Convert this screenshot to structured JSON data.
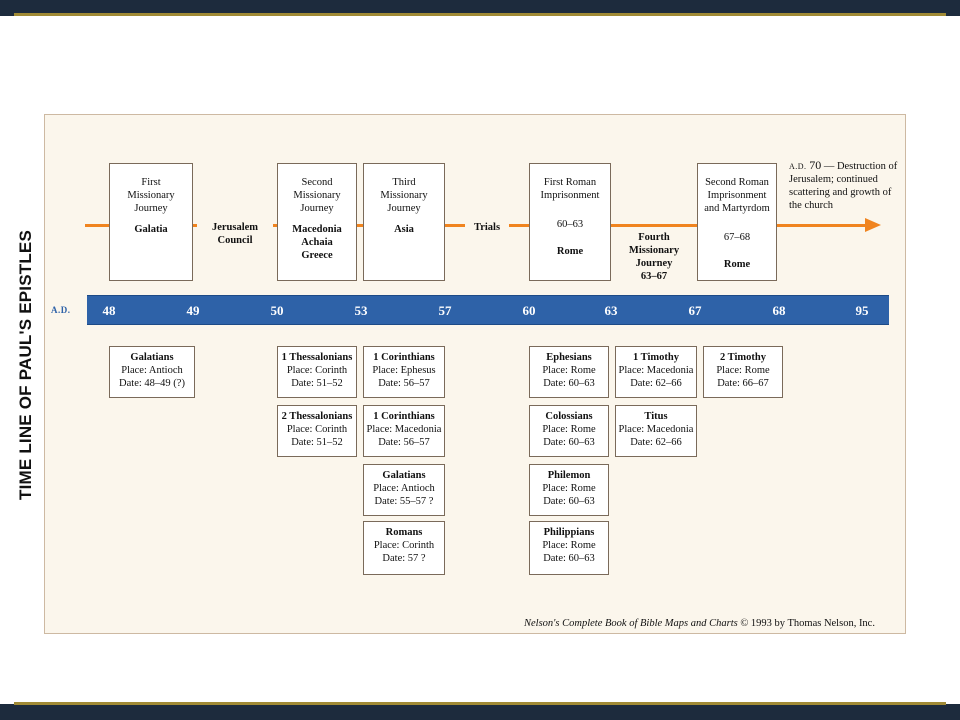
{
  "side_title": "TIME LINE OF PAUL'S EPISTLES",
  "events": [
    {
      "name": "First\nMissionary\nJourney",
      "place": "Galatia"
    },
    {
      "name": "Second\nMissionary\nJourney",
      "place": "Macedonia\nAchaia\nGreece"
    },
    {
      "name": "Third\nMissionary\nJourney",
      "place": "Asia"
    },
    {
      "name": "First Roman\nImprisonment",
      "dates": "60–63",
      "place": "Rome"
    },
    {
      "name": "Second Roman\nImprisonment\nand Martyrdom",
      "dates": "67–68",
      "place": "Rome"
    }
  ],
  "between_labels": {
    "council": "Jerusalem\nCouncil",
    "trials": "Trials",
    "fourth": "Fourth\nMissionary\nJourney\n63–67"
  },
  "note": {
    "ad": "A.D.",
    "year": "70",
    "text": " — Destruction of Jerusalem; continued scattering and growth of the church"
  },
  "bar_label": "A.D.",
  "years": [
    "48",
    "49",
    "50",
    "53",
    "57",
    "60",
    "63",
    "67",
    "68",
    "95"
  ],
  "epistles": [
    {
      "title": "Galatians",
      "place": "Place: Antioch",
      "date": "Date: 48–49 (?)"
    },
    {
      "title": "1 Thessalonians",
      "place": "Place: Corinth",
      "date": "Date: 51–52"
    },
    {
      "title": "2 Thessalonians",
      "place": "Place: Corinth",
      "date": "Date: 51–52"
    },
    {
      "title": "1 Corinthians",
      "place": "Place: Ephesus",
      "date": "Date: 56–57"
    },
    {
      "title": "1 Corinthians",
      "place": "Place: Macedonia",
      "date": "Date: 56–57"
    },
    {
      "title": "Galatians",
      "place": "Place: Antioch",
      "date": "Date: 55–57 ?"
    },
    {
      "title": "Romans",
      "place": "Place: Corinth",
      "date": "Date: 57 ?"
    },
    {
      "title": "Ephesians",
      "place": "Place: Rome",
      "date": "Date: 60–63"
    },
    {
      "title": "Colossians",
      "place": "Place: Rome",
      "date": "Date: 60–63"
    },
    {
      "title": "Philemon",
      "place": "Place: Rome",
      "date": "Date: 60–63"
    },
    {
      "title": "Philippians",
      "place": "Place: Rome",
      "date": "Date: 60–63"
    },
    {
      "title": "1 Timothy",
      "place": "Place: Macedonia",
      "date": "Date: 62–66"
    },
    {
      "title": "Titus",
      "place": "Place: Macedonia",
      "date": "Date: 62–66"
    },
    {
      "title": "2 Timothy",
      "place": "Place: Rome",
      "date": "Date: 66–67"
    }
  ],
  "credit": {
    "book": "Nelson's Complete Book of Bible Maps and Charts",
    "rest": " © 1993 by Thomas Nelson, Inc."
  },
  "colors": {
    "timeline_arrow": "#f0841f",
    "year_bar": "#2e62a8",
    "chart_background": "#fbf6ec",
    "slide_background": "#1d2b3d",
    "rule_gold": "#a08a35"
  }
}
